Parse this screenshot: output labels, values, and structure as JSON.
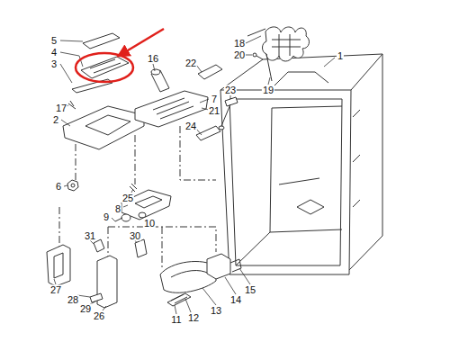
{
  "diagram": {
    "labels": [
      "5",
      "4",
      "3",
      "16",
      "18",
      "20",
      "22",
      "1",
      "19",
      "7",
      "21",
      "23",
      "17",
      "2",
      "24",
      "6",
      "25",
      "8",
      "9",
      "10",
      "31",
      "30",
      "27",
      "15",
      "14",
      "28",
      "13",
      "29",
      "26",
      "12",
      "11"
    ]
  }
}
